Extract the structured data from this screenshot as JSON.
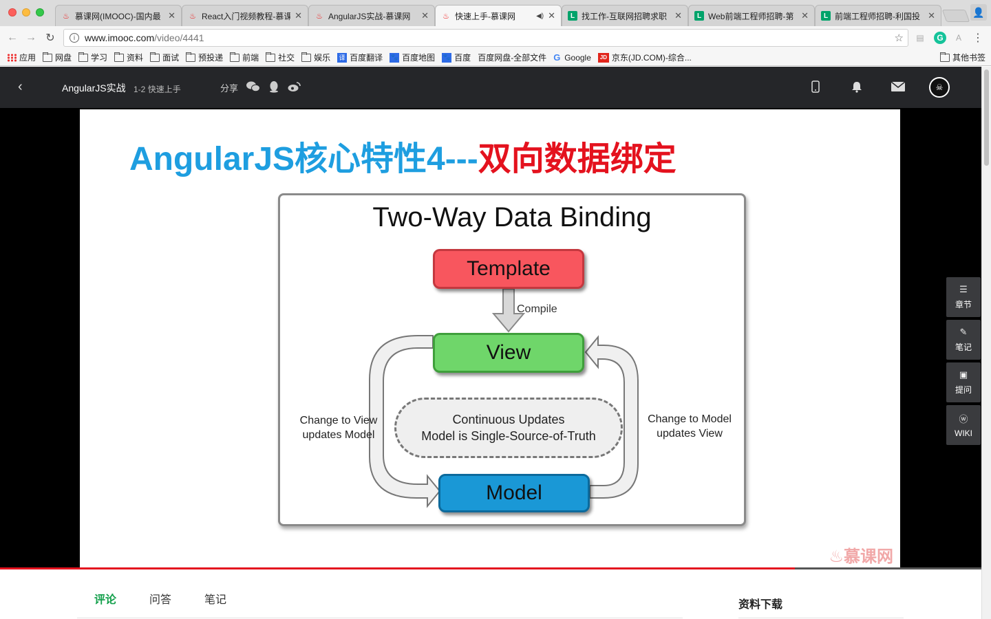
{
  "browser": {
    "tabs": [
      {
        "title": "慕课网(IMOOC)-国内最",
        "favicon": "flame-icon",
        "active": false
      },
      {
        "title": "React入门视频教程-慕课",
        "favicon": "flame-icon",
        "active": false
      },
      {
        "title": "AngularJS实战-慕课网",
        "favicon": "flame-icon",
        "active": false
      },
      {
        "title": "快速上手-慕课网",
        "favicon": "flame-icon",
        "active": true,
        "audio": true
      },
      {
        "title": "找工作-互联网招聘求职",
        "favicon": "lagou-icon",
        "active": false
      },
      {
        "title": "Web前端工程师招聘-第",
        "favicon": "lagou-icon",
        "active": false
      },
      {
        "title": "前端工程师招聘-利国投",
        "favicon": "lagou-icon",
        "active": false
      }
    ],
    "address": {
      "host": "www.imooc.com",
      "path": "/video/4441"
    },
    "bookmarks": [
      {
        "label": "应用",
        "icon": "apps-icon"
      },
      {
        "label": "网盘",
        "icon": "folder-icon"
      },
      {
        "label": "学习",
        "icon": "folder-icon"
      },
      {
        "label": "资料",
        "icon": "folder-icon"
      },
      {
        "label": "面试",
        "icon": "folder-icon"
      },
      {
        "label": "预投递",
        "icon": "folder-icon"
      },
      {
        "label": "前端",
        "icon": "folder-icon"
      },
      {
        "label": "社交",
        "icon": "folder-icon"
      },
      {
        "label": "娱乐",
        "icon": "folder-icon"
      },
      {
        "label": "百度翻译",
        "icon": "baidu-translate-icon"
      },
      {
        "label": "百度地图",
        "icon": "baidu-icon"
      },
      {
        "label": "百度",
        "icon": "baidu-icon"
      },
      {
        "label": "百度网盘-全部文件",
        "icon": "baidu-pan-icon"
      },
      {
        "label": "Google",
        "icon": "google-icon"
      },
      {
        "label": "京东(JD.COM)-综合...",
        "icon": "jd-icon"
      }
    ],
    "other_bookmarks": "其他书签"
  },
  "header": {
    "course": "AngularJS实战",
    "chapter_num": "1-2",
    "chapter_title": "快速上手",
    "share_label": "分享"
  },
  "slide": {
    "title_blue": "AngularJS核心特性4---",
    "title_red": "双向数据绑定",
    "diagram_title": "Two-Way Data Binding",
    "template": "Template",
    "compile": "Compile",
    "view": "View",
    "model": "Model",
    "cloud_line1": "Continuous Updates",
    "cloud_line2": "Model is Single-Source-of-Truth",
    "left_line1": "Change to View",
    "left_line2": "updates Model",
    "right_line1": "Change to Model",
    "right_line2": "updates View",
    "watermark": "慕课网"
  },
  "player": {
    "progress": 0.81
  },
  "side_panel": [
    {
      "label": "章节",
      "icon": "menu-icon"
    },
    {
      "label": "笔记",
      "icon": "pencil-icon"
    },
    {
      "label": "提问",
      "icon": "question-icon"
    },
    {
      "label": "WIKI",
      "icon": "wiki-icon"
    }
  ],
  "bottom": {
    "tabs": [
      "评论",
      "问答",
      "笔记"
    ],
    "downloads_title": "资料下载"
  },
  "colors": {
    "accent_green": "#14a04c",
    "title_blue": "#1e9ee0",
    "title_red": "#e4121e",
    "header_bg": "#252629"
  }
}
